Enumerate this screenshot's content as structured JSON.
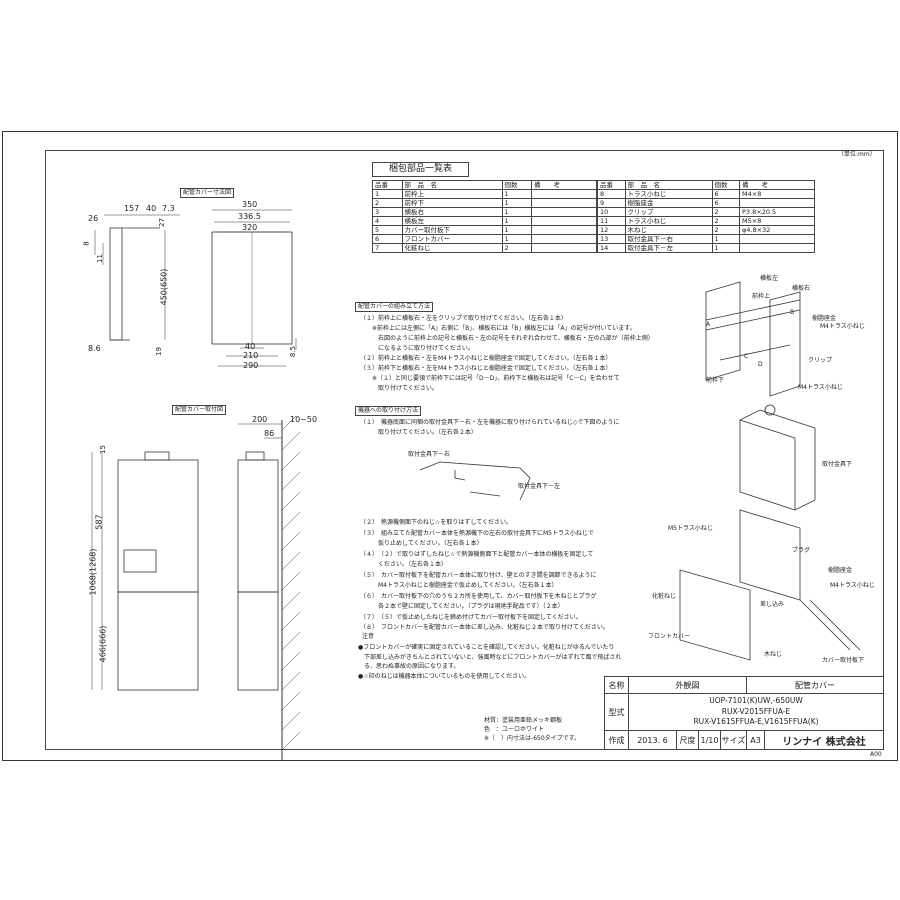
{
  "unit_note": "（単位:mm）",
  "parts_title": "梱包部品一覧表",
  "parts_headers": {
    "no": "品番",
    "name": "部　品　名",
    "qty": "個数",
    "note": "備　　考"
  },
  "parts_left": [
    {
      "no": "1",
      "name": "前枠上",
      "qty": "1",
      "note": ""
    },
    {
      "no": "2",
      "name": "前枠下",
      "qty": "1",
      "note": ""
    },
    {
      "no": "3",
      "name": "横板右",
      "qty": "1",
      "note": ""
    },
    {
      "no": "4",
      "name": "横板左",
      "qty": "1",
      "note": ""
    },
    {
      "no": "5",
      "name": "カバー取付板下",
      "qty": "1",
      "note": ""
    },
    {
      "no": "6",
      "name": "フロントカバー",
      "qty": "1",
      "note": ""
    },
    {
      "no": "7",
      "name": "化粧ねじ",
      "qty": "2",
      "note": ""
    }
  ],
  "parts_right": [
    {
      "no": "8",
      "name": "トラス小ねじ",
      "qty": "6",
      "note": "M4×8"
    },
    {
      "no": "9",
      "name": "樹脂座金",
      "qty": "6",
      "note": ""
    },
    {
      "no": "10",
      "name": "クリップ",
      "qty": "2",
      "note": "P3.8×20.5"
    },
    {
      "no": "11",
      "name": "トラス小ねじ",
      "qty": "2",
      "note": "M5×8"
    },
    {
      "no": "12",
      "name": "木ねじ",
      "qty": "2",
      "note": "φ4.8×32"
    },
    {
      "no": "13",
      "name": "取付金具下－右",
      "qty": "1",
      "note": ""
    },
    {
      "no": "14",
      "name": "取付金具下－左",
      "qty": "1",
      "note": ""
    }
  ],
  "dim_title": "配管カバー寸法図",
  "dims": {
    "d157": "157",
    "d40": "40",
    "d7_3": "7.3",
    "d26": "26",
    "d8": "8",
    "d27": "27",
    "d11": "11",
    "d450": "450(650)",
    "d8_6": "8.6",
    "d19": "19",
    "d350": "350",
    "d336_5": "336.5",
    "d320": "320",
    "d40b": "40",
    "d210": "210",
    "d290": "290",
    "d8_5": "8.5"
  },
  "install_title": "配管カバー取付図",
  "install_dims": {
    "d15": "15",
    "d587": "587",
    "d1068": "1068(1268)",
    "d466": "466(666)",
    "d200": "200",
    "d86": "86",
    "d10_50": "10~50"
  },
  "assembly_title": "配管カバーの組み立て方法",
  "assembly_steps": [
    "（１）前枠上に横板右・左をクリップで取り付けてください。（左右各１本）",
    "　　※前枠上には左側に「A」右側に「B」、横板右には「B」横板左には「A」の記号が付いています。",
    "　　　右図のように前枠上の記号と横板右・左の記号をそれぞれ合わせて、横板右・左の凸部が（前枠上側）",
    "　　　になるように取り付けてください。",
    "（２）前枠上と横板右・左をM4トラス小ねじと樹脂座金で固定してください。（左右各１本）",
    "（３）前枠下と横板右・左をM4トラス小ねじと樹脂座金で固定してください。（左右各１本）",
    "　　※（１）と同じ要領で前枠下には記号「D－D」、前枠下と横板右は記号「C－C」を合わせて",
    "　　　取り付けてください。"
  ],
  "mount_title": "機器への取り付け方法",
  "mount_steps_a": [
    "（１）　機器底面に同梱の取付金具下－右・左を機器に取り付けられているねじ◇で下図のように",
    "　　　取り付けてください。（左右各２本）"
  ],
  "mount_steps_b": [
    "（２）　熱源機側面下のねじ☆を取りはずしてください。",
    "（３）　組み立てた配管カバー本体を熱源機下の左右の取付金具下にM5トラス小ねじで",
    "　　　仮り止めしてください。（左右各１本）",
    "（４）　（２）で取りはずしたねじ☆で熱源機側面下と配管カバー本体の横板を固定して",
    "　　　ください。（左右各１本）",
    "（５）　カバー取付板下を配管カバー本体に取り付け、壁とのすき間を調節できるように",
    "　　　M4トラス小ねじと樹脂座金で仮止めしてください。（左右各１本）",
    "（６）　カバー取付板下の穴のうち２カ所を使用して、カバー取付板下を木ねじとプラグ",
    "　　　各２本で壁に固定してください。（プラグは現地手配品です）（２本）",
    "（７）　（５）で仮止めしたねじを締め付けてカバー取付板下を固定してください。",
    "（８）　フロントカバーを配管カバー本体に差し込み、化粧ねじ２本で取り付けてください。"
  ],
  "caution_title": "注意",
  "caution_lines": [
    "●フロントカバーが確実に固定されていることを確認してください。化粧ねじがゆるんでいたり",
    "　下部差し込みがきちんとされていないと、強風時などにフロントカバーがはずれて風で飛ばされ",
    "　る、思わぬ事故の原因になります。",
    "●☆印のねじは機器本体についているものを使用してください。"
  ],
  "material_lines": [
    "材質：塗装用亜鉛メッキ鋼板",
    "色　：ユーロホワイト",
    "※（　）内寸法は-650タイプです。"
  ],
  "callouts": {
    "yokoita_hidari": "横板左",
    "mae_ue": "前枠上",
    "yokoita_migi": "横板右",
    "jushi_zagane": "樹脂座金",
    "m4_truss": "M4トラス小ねじ",
    "clip": "クリップ",
    "mae_shita": "前枠下",
    "m4_truss2": "M4トラス小ねじ",
    "toritsuke_kanagu": "取付金具下",
    "m5_truss": "M5トラス小ねじ",
    "plug": "プラグ",
    "jushi_zagane2": "樹脂座金",
    "m4_truss3": "M4トラス小ねじ",
    "kesho_neji": "化粧ねじ",
    "sashikomi": "差し込み",
    "front_cover": "フロントカバー",
    "mokuneji": "木ねじ",
    "cover_ita": "カバー取付板下",
    "kanagu_ue": "取付金具下－右",
    "kanagu_shita": "取付金具下－左",
    "letter_a": "A",
    "letter_b": "B",
    "letter_c": "C",
    "letter_d": "D"
  },
  "title_block": {
    "name_label": "名称",
    "name_value": "外観図",
    "name_value2": "配管カバー",
    "model_label": "型式",
    "model_lines": [
      "UOP-7101(K)UW,-650UW",
      "RUX-V2015FFUA-E",
      "RUX-V1615FFUA-E,V1615FFUA(K)"
    ],
    "date_label": "作成",
    "date_value": "2013. 6",
    "scale_label": "尺度",
    "scale_value": "1/10",
    "size_label": "サイズ",
    "size_value": "A3",
    "company": "リンナイ 株式会社",
    "code": "A00"
  }
}
